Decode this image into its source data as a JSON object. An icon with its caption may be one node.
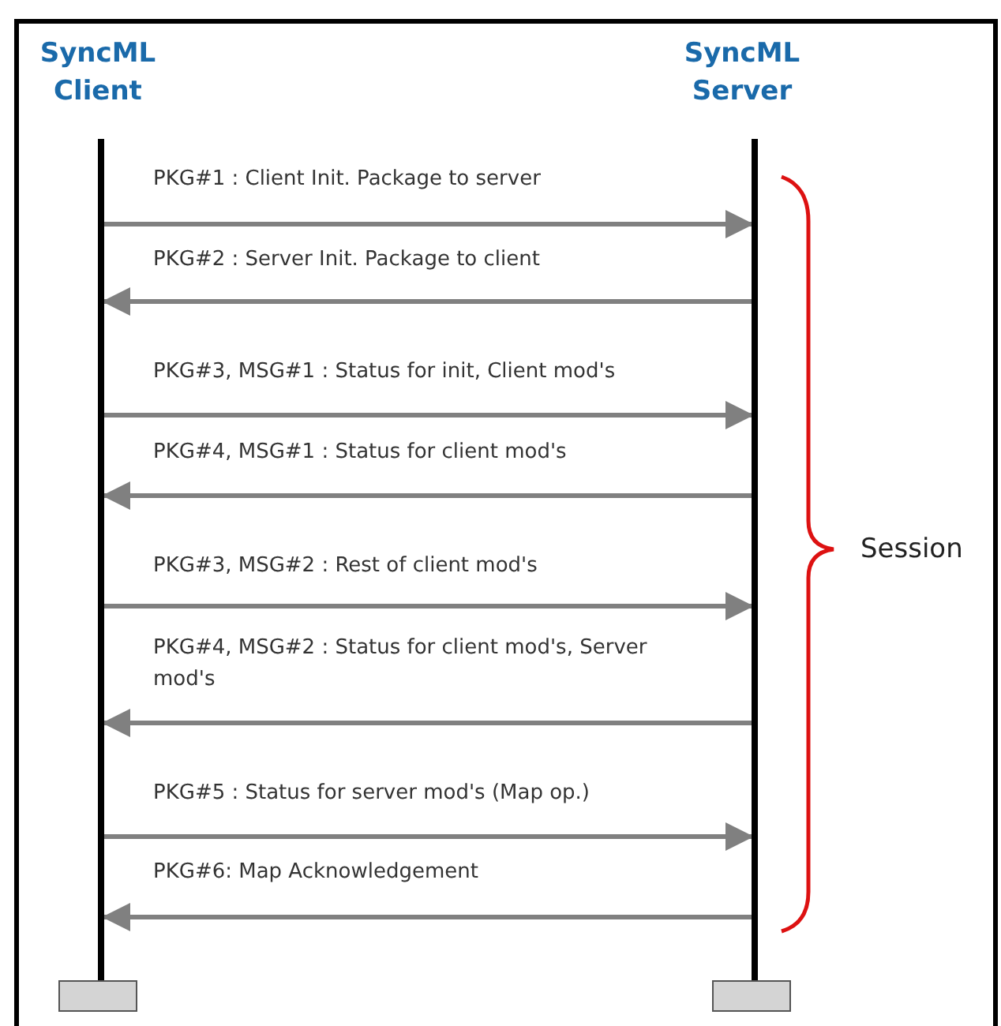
{
  "diagram": {
    "nodes": [
      {
        "text": [
          "SyncML Client"
        ]
      },
      {
        "text": [
          "SyncML Server"
        ]
      }
    ],
    "edges": [
      {
        "from": 0,
        "to": 1,
        "arrow": "to",
        "label": "PKG#1 : Client Init. Package to server"
      },
      {
        "from": 1,
        "to": 0,
        "arrow": "to",
        "label": "PKG#2 : Server Init. Package to client"
      },
      {
        "from": 0,
        "to": 1,
        "arrow": "to",
        "label": "PKG#3, MSG#1 : Status for init, Client mod's"
      },
      {
        "from": 1,
        "to": 0,
        "arrow": "to",
        "label": "PKG#4, MSG#1 : Status for client mod's"
      },
      {
        "from": 0,
        "to": 1,
        "arrow": "to",
        "label": "PKG#3, MSG#2 : Rest of client mod's"
      },
      {
        "from": 1,
        "to": 0,
        "arrow": "to",
        "label": "PKG#4, MSG#2 : Status for client mod's, Server mod's"
      },
      {
        "from": 0,
        "to": 1,
        "arrow": "to",
        "label": "PKG#5 : Status for server mod's (Map op.)"
      },
      {
        "from": 1,
        "to": 0,
        "arrow": "to",
        "label": "PKG#6: Map Acknowledgement"
      }
    ],
    "labels": [
      "Session"
    ]
  }
}
